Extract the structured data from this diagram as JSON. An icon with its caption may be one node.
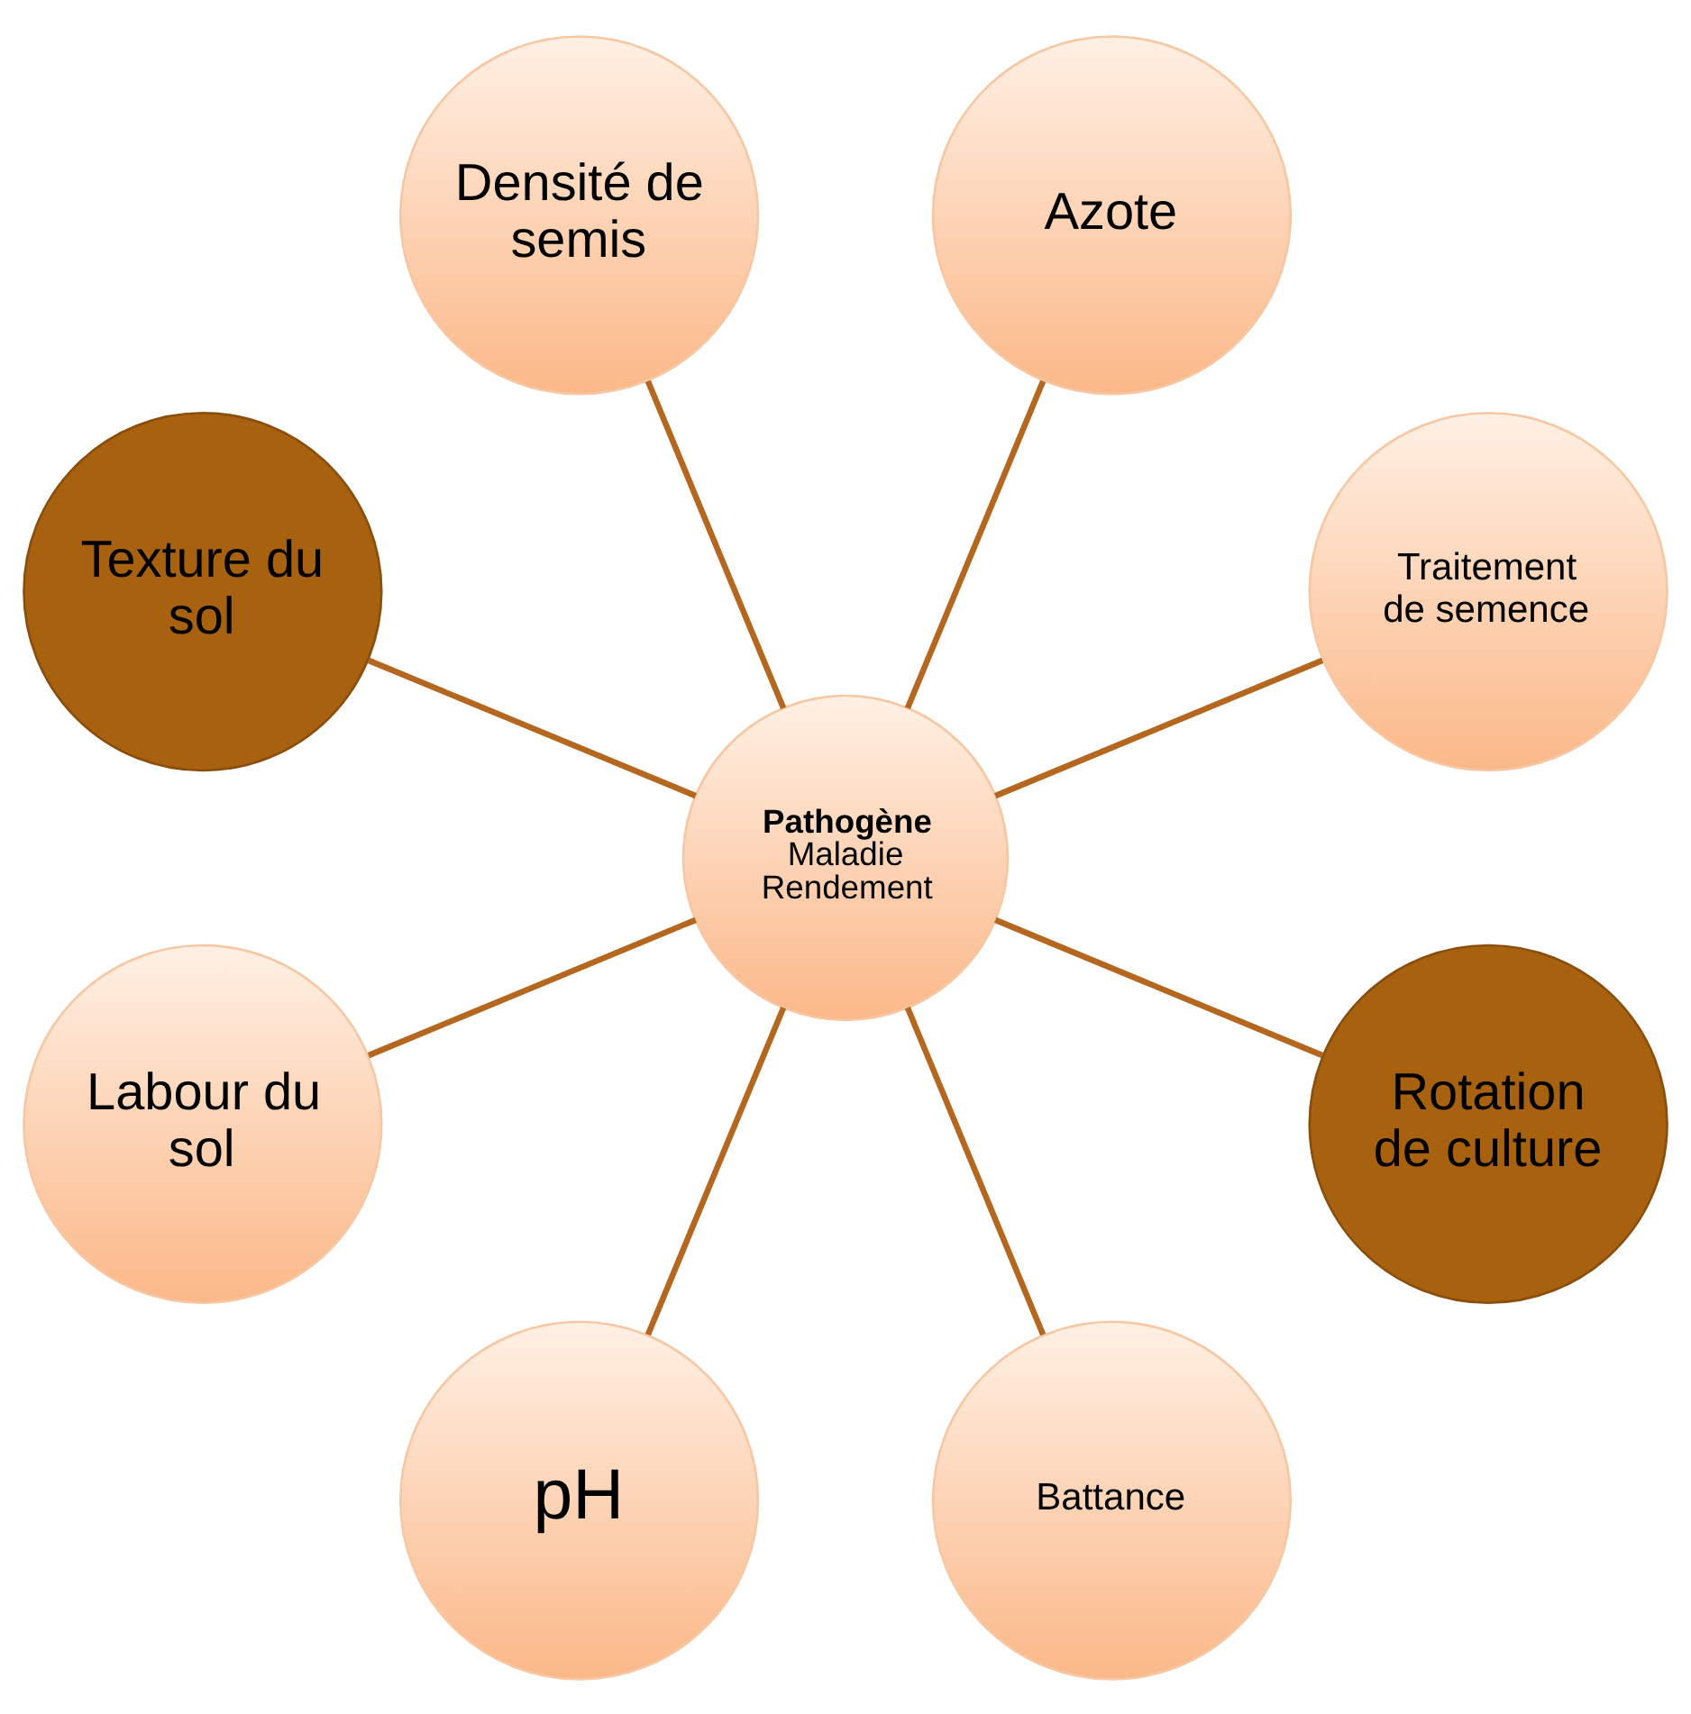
{
  "diagram": {
    "nodes": [
      {
        "text": [
          "Traitement de semence"
        ]
      },
      {
        "text": [
          "Azote"
        ]
      },
      {
        "text": [
          "Densité de semis"
        ]
      },
      {
        "text": [
          "Texture du sol"
        ]
      },
      {
        "text": [
          "Pathogène",
          "Maladie",
          "Rendement"
        ]
      },
      {
        "text": [
          "Labour du sol"
        ]
      },
      {
        "text": [
          "pH"
        ]
      },
      {
        "text": [
          "Battance"
        ]
      },
      {
        "text": [
          "Rotation de culture"
        ]
      }
    ],
    "edges": [
      {
        "from": 4,
        "to": 0,
        "arrow": "none"
      },
      {
        "from": 4,
        "to": 2,
        "arrow": "none"
      },
      {
        "from": 4,
        "to": 5,
        "arrow": "none"
      },
      {
        "from": 4,
        "to": 7,
        "arrow": "none"
      },
      {
        "from": 4,
        "to": 8,
        "arrow": "none"
      },
      {
        "from": 4,
        "to": 6,
        "arrow": "none"
      },
      {
        "from": 4,
        "to": 3,
        "arrow": "none"
      },
      {
        "from": 4,
        "to": 1,
        "arrow": "none"
      }
    ]
  }
}
